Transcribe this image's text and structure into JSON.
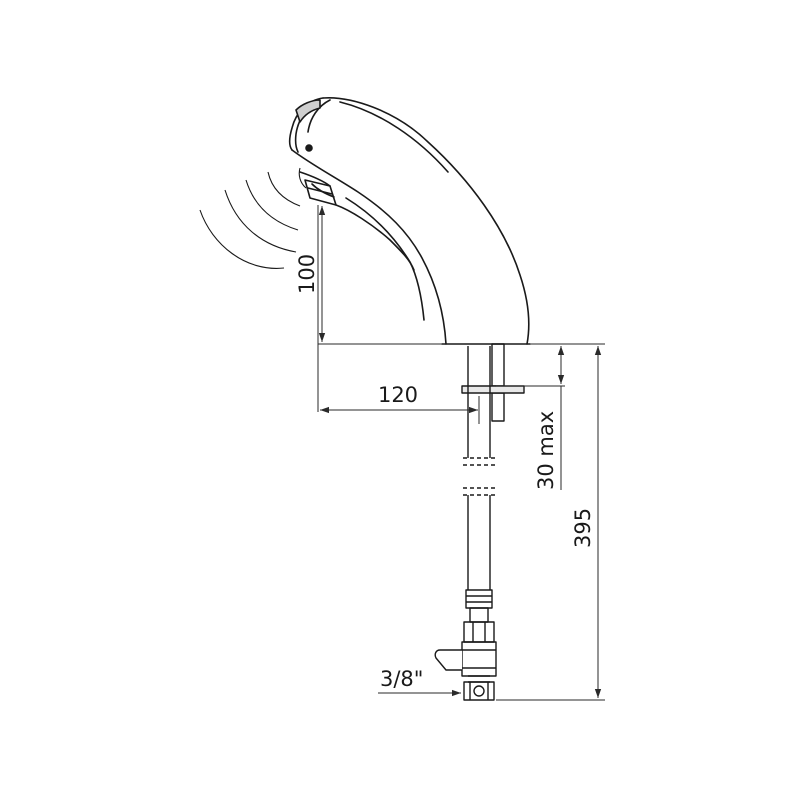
{
  "dimensions": {
    "spout_height": "100",
    "spout_reach": "120",
    "max_deck_thickness": "30 max",
    "overall_length": "395",
    "connection_size": "3/8\""
  },
  "colors": {
    "line": "#1a1a1a",
    "dimension": "#2a2a2a",
    "background": "#ffffff"
  }
}
